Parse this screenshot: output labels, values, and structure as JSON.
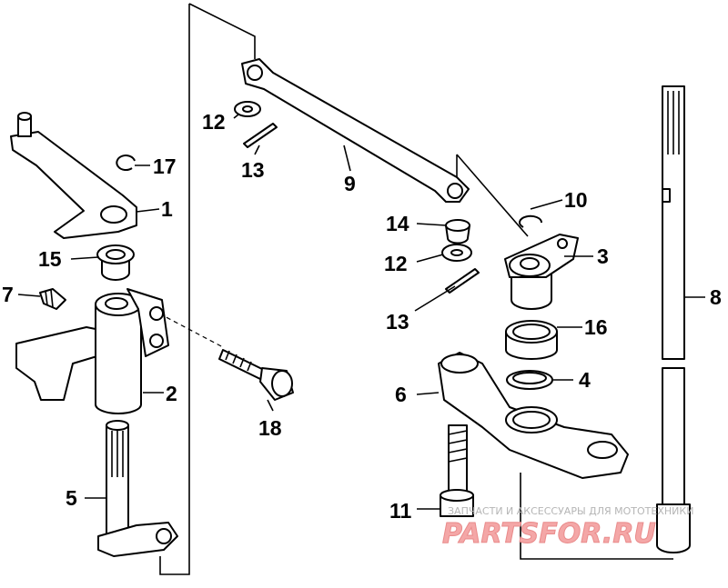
{
  "part_numbers": [
    "1",
    "2",
    "3",
    "4",
    "5",
    "6",
    "7",
    "8",
    "9",
    "10",
    "11",
    "12",
    "12",
    "13",
    "13",
    "14",
    "15",
    "16",
    "17",
    "18"
  ],
  "watermark": {
    "caption": "ЗАПЧАСТИ И АКСЕССУАРЫ ДЛЯ МОТОТЕХНИКИ",
    "logo": "PARTSFOR.RU",
    "color": "#f4a7a7"
  },
  "colors": {
    "line": "#000000",
    "background": "#ffffff"
  }
}
